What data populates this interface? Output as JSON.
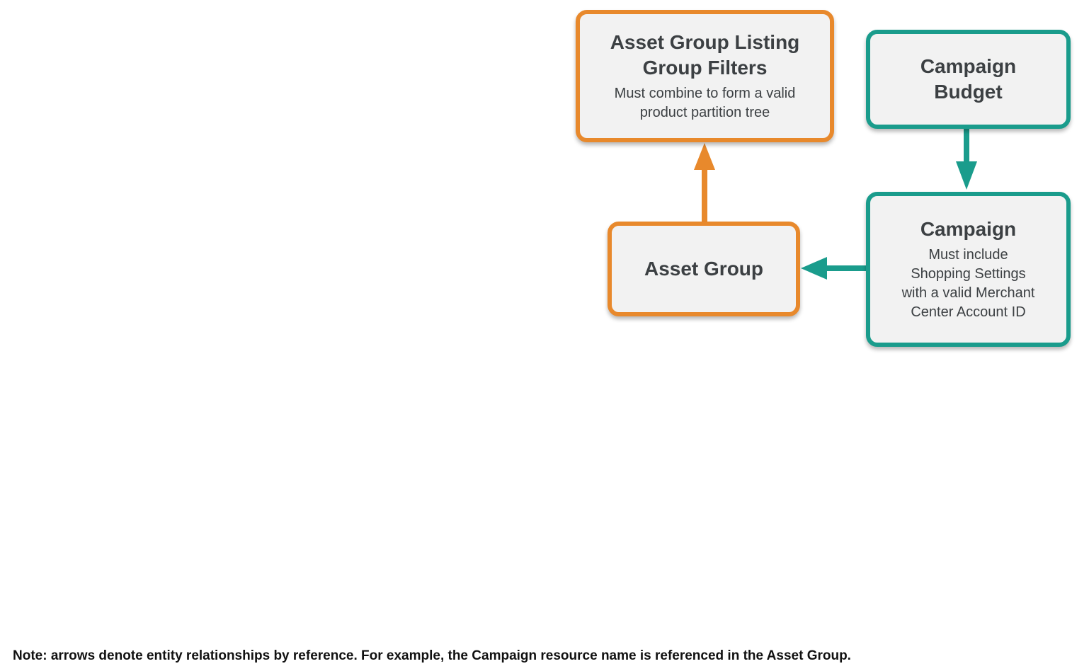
{
  "diagram": {
    "nodes": [
      {
        "id": "asset-group-listing-group-filters",
        "title": "Asset Group Listing\nGroup Filters",
        "subtitle": "Must combine to form a valid\nproduct partition tree",
        "border_color": "#E8892C"
      },
      {
        "id": "campaign-budget",
        "title": "Campaign\nBudget",
        "border_color": "#1A9C8C"
      },
      {
        "id": "asset-group",
        "title": "Asset Group",
        "border_color": "#E8892C"
      },
      {
        "id": "campaign",
        "title": "Campaign",
        "subtitle": "Must include\nShopping Settings\nwith a valid Merchant\nCenter Account ID",
        "border_color": "#1A9C8C"
      }
    ],
    "edges": [
      {
        "from": "asset-group",
        "to": "asset-group-listing-group-filters",
        "direction": "up",
        "color": "#E8892C"
      },
      {
        "from": "campaign-budget",
        "to": "campaign",
        "direction": "down",
        "color": "#1A9C8C"
      },
      {
        "from": "campaign",
        "to": "asset-group",
        "direction": "left",
        "color": "#1A9C8C"
      }
    ],
    "note": "Note: arrows denote entity relationships by reference. For example, the Campaign resource name is referenced in the Asset Group.",
    "colors": {
      "orange": "#E8892C",
      "teal": "#1A9C8C",
      "node_fill": "#F2F2F2",
      "title_text": "#3C4043",
      "note_text": "#111111",
      "background": "#FFFFFF"
    }
  }
}
